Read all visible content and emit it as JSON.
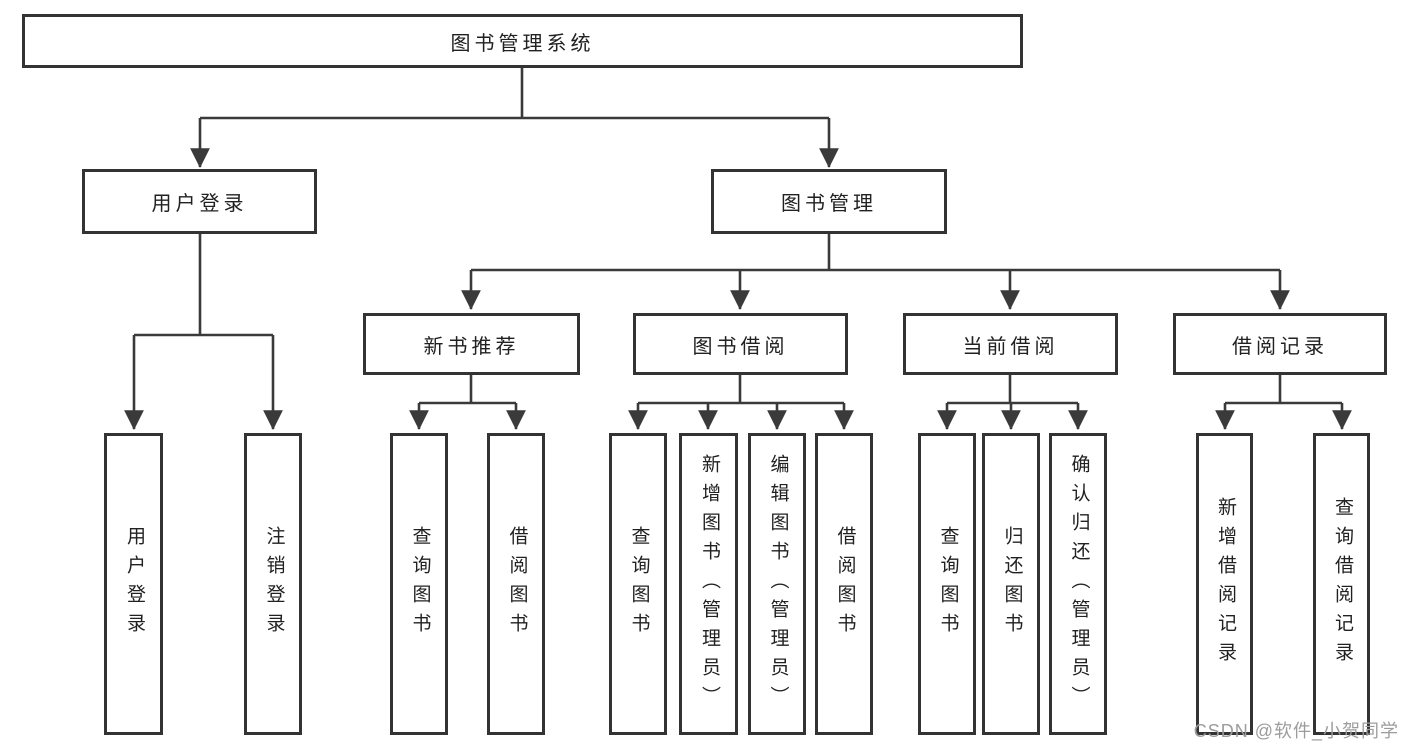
{
  "diagram": {
    "root": {
      "label": "图书管理系统"
    },
    "branches": [
      {
        "label": "用户登录",
        "children": [
          {
            "label": "用户登录"
          },
          {
            "label": "注销登录"
          }
        ]
      },
      {
        "label": "图书管理",
        "sections": [
          {
            "label": "新书推荐",
            "children": [
              {
                "label": "查询图书"
              },
              {
                "label": "借阅图书"
              }
            ]
          },
          {
            "label": "图书借阅",
            "children": [
              {
                "label": "查询图书"
              },
              {
                "label": "新增图书（管理员）"
              },
              {
                "label": "编辑图书（管理员）"
              },
              {
                "label": "借阅图书"
              }
            ]
          },
          {
            "label": "当前借阅",
            "children": [
              {
                "label": "查询图书"
              },
              {
                "label": "归还图书"
              },
              {
                "label": "确认归还（管理员）"
              }
            ]
          },
          {
            "label": "借阅记录",
            "children": [
              {
                "label": "新增借阅记录"
              },
              {
                "label": "查询借阅记录"
              }
            ]
          }
        ]
      }
    ]
  },
  "watermark": {
    "text": "CSDN @软件_小贺同学",
    "color": "#9c9c9c"
  },
  "colors": {
    "background": "#ffffff",
    "line": "#3a3a3a",
    "box_border": "#333333",
    "text": "#212121",
    "watermark": "#9c9c9c"
  }
}
